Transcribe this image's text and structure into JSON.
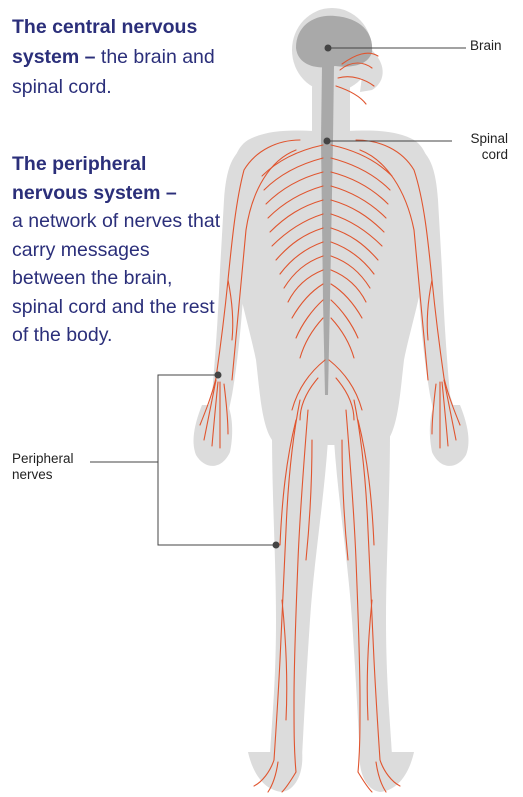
{
  "central": {
    "heading": "The central nervous system –",
    "description": "the brain and spinal cord."
  },
  "peripheral": {
    "heading": "The peripheral nervous system –",
    "description": "a network of nerves that carry messages between the brain, spinal cord and the rest of the body."
  },
  "labels": {
    "brain": "Brain",
    "spinal_cord_line1": "Spinal",
    "spinal_cord_line2": "cord",
    "peripheral_line1": "Peripheral",
    "peripheral_line2": "nerves"
  },
  "colors": {
    "text_heading": "#2b2f7a",
    "body_silhouette": "#dcdcdc",
    "brain_and_cord": "#a9a9a9",
    "nerves": "#e0552f",
    "leader_lines": "#444444"
  }
}
